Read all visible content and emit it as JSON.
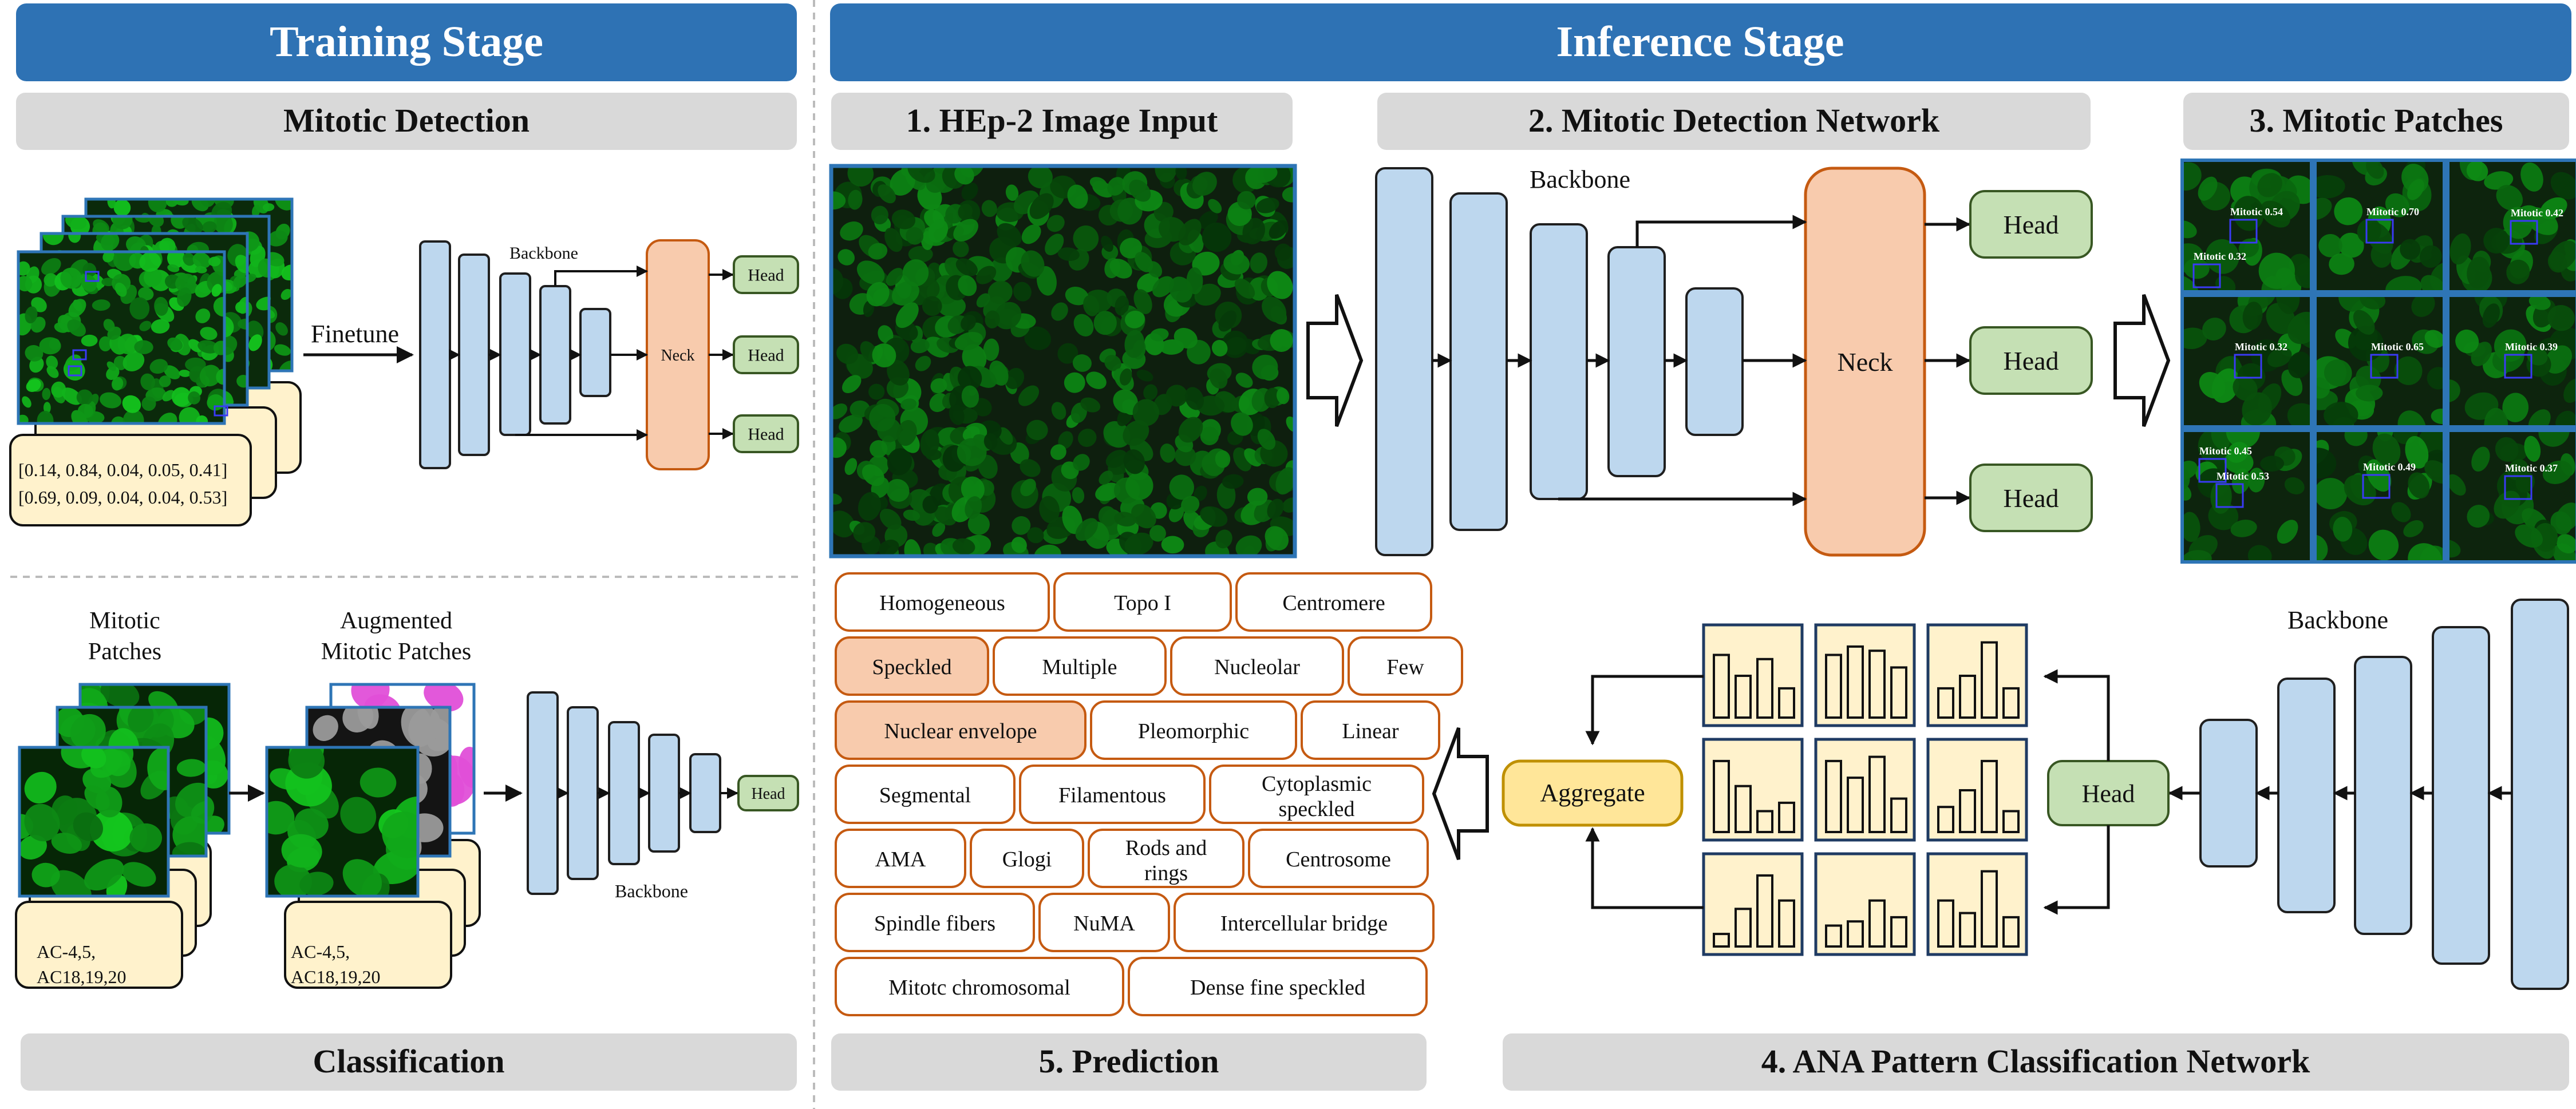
{
  "colors": {
    "banner": "#2e72b4",
    "section_header": "#d9d9d9",
    "block_fill": "#bdd7ee",
    "block_stroke": "#1f1f1f",
    "neck_fill": "#f8cbad",
    "neck_stroke": "#c55a11",
    "head_fill": "#c5e0b4",
    "head_stroke": "#385723",
    "aggregate_fill": "#ffe699",
    "aggregate_stroke": "#bf9000",
    "label_card_fill": "#fff2cc",
    "pred_stroke": "#c55a11",
    "pred_selected_fill": "#f8cbad",
    "image_border": "#2e75b6",
    "cell_green": "#1fbf2a",
    "image_bg": "#0c1a0c",
    "detect_box": "#3a3af5"
  },
  "training": {
    "banner": "Training Stage",
    "detection_header": "Mitotic Detection",
    "finetune_label": "Finetune",
    "backbone_label": "Backbone",
    "neck_label": "Neck",
    "head_labels": [
      "Head",
      "Head",
      "Head"
    ],
    "label_cards": [
      "[0.14, 0.84, 0.04, 0.05, 0.41]",
      "[0.69, 0.09, 0.04, 0.04, 0.53]"
    ],
    "classification_header": "Classification",
    "mitotic_patches_label": [
      "Mitotic",
      "Patches"
    ],
    "augmented_label": [
      "Augmented",
      "Mitotic Patches"
    ],
    "class_cards": [
      "AC-4,5,",
      "AC18,19,20"
    ],
    "class_backbone_label": "Backbone",
    "class_head_label": "Head"
  },
  "inference": {
    "banner": "Inference Stage",
    "step1": "1. HEp-2 Image Input",
    "step2": "2. Mitotic Detection Network",
    "step3": "3. Mitotic Patches",
    "step4": "4. ANA Pattern Classification Network",
    "step5": "5. Prediction",
    "backbone_label": "Backbone",
    "neck_label": "Neck",
    "head_labels": [
      "Head",
      "Head",
      "Head"
    ],
    "class_backbone_label": "Backbone",
    "class_head_label": "Head",
    "aggregate_label": "Aggregate",
    "patch_labels": [
      [
        "Mitotic 0.54",
        "Mitotic 0.32"
      ],
      [
        "Mitotic 0.70"
      ],
      [
        "Mitotic 0.42"
      ],
      [
        "Mitotic 0.32"
      ],
      [
        "Mitotic 0.65"
      ],
      [
        "Mitotic 0.39"
      ],
      [
        "Mitotic 0.45",
        "Mitotic 0.53"
      ],
      [
        "Mitotic 0.49"
      ],
      [
        "Mitotic 0.37"
      ]
    ],
    "histograms": [
      [
        0.75,
        0.5,
        0.7,
        0.35
      ],
      [
        0.75,
        0.85,
        0.8,
        0.6
      ],
      [
        0.35,
        0.5,
        0.9,
        0.35
      ],
      [
        0.85,
        0.55,
        0.25,
        0.35
      ],
      [
        0.85,
        0.65,
        0.9,
        0.4
      ],
      [
        0.3,
        0.5,
        0.85,
        0.25
      ],
      [
        0.15,
        0.45,
        0.85,
        0.55
      ],
      [
        0.25,
        0.3,
        0.55,
        0.35
      ],
      [
        0.55,
        0.4,
        0.9,
        0.35
      ]
    ],
    "predictions": [
      [
        {
          "text": "Homogeneous"
        },
        {
          "text": "Topo I"
        },
        {
          "text": "Centromere"
        }
      ],
      [
        {
          "text": "Speckled",
          "selected": true
        },
        {
          "text": "Multiple"
        },
        {
          "text": "Nucleolar"
        },
        {
          "text": "Few"
        }
      ],
      [
        {
          "text": "Nuclear envelope",
          "selected": true
        },
        {
          "text": "Pleomorphic"
        },
        {
          "text": "Linear"
        }
      ],
      [
        {
          "text": "Segmental"
        },
        {
          "text": "Filamentous"
        },
        {
          "text": "Cytoplasmic\nspeckled"
        }
      ],
      [
        {
          "text": "AMA"
        },
        {
          "text": "Glogi"
        },
        {
          "text": "Rods and\nrings"
        },
        {
          "text": "Centrosome"
        }
      ],
      [
        {
          "text": "Spindle fibers"
        },
        {
          "text": "NuMA"
        },
        {
          "text": "Intercellular bridge"
        }
      ],
      [
        {
          "text": "Mitotc chromosomal"
        },
        {
          "text": "Dense fine speckled"
        }
      ]
    ]
  }
}
